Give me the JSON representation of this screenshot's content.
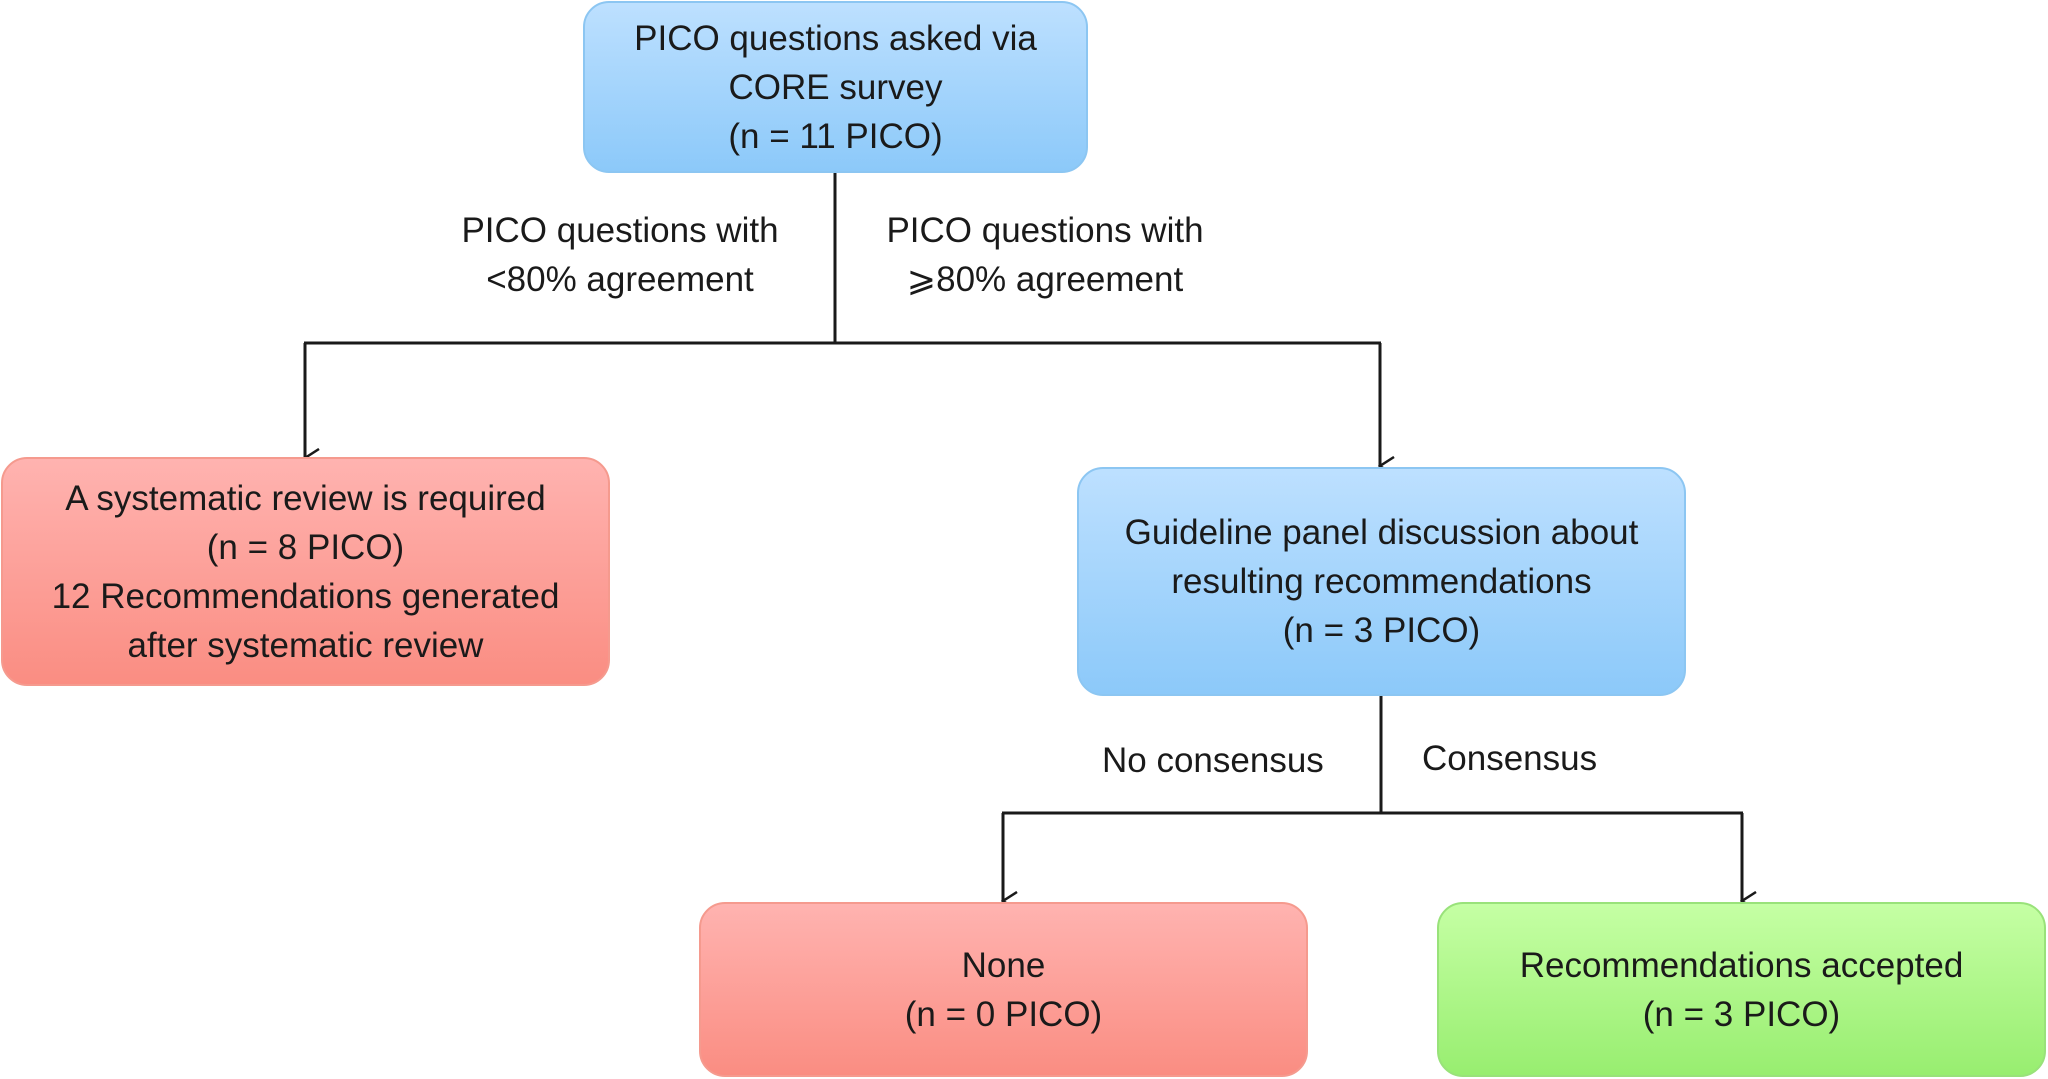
{
  "nodes": {
    "survey": {
      "lines": [
        "PICO questions asked via",
        "CORE survey",
        "(n = 11 PICO)"
      ],
      "color": "#a6d6fc"
    },
    "systematic_review": {
      "lines": [
        "A systematic review is required",
        "(n = 8 PICO)",
        "12 Recommendations generated",
        "after systematic review"
      ],
      "color": "#fca09a"
    },
    "panel_discussion": {
      "lines": [
        "Guideline panel discussion about",
        "resulting recommendations",
        "(n = 3 PICO)"
      ],
      "color": "#a6d6fc"
    },
    "none": {
      "lines": [
        "None",
        "(n = 0 PICO)"
      ],
      "color": "#fca09a"
    },
    "accepted": {
      "lines": [
        "Recommendations accepted",
        "(n = 3 PICO)"
      ],
      "color": "#afef8a"
    }
  },
  "edge_labels": {
    "low_agreement": [
      "PICO questions with",
      "<80% agreement"
    ],
    "high_agreement": [
      "PICO questions with",
      "⩾80% agreement"
    ],
    "no_consensus": "No consensus",
    "consensus": "Consensus"
  },
  "colors": {
    "connector": "#1a1a1a"
  }
}
